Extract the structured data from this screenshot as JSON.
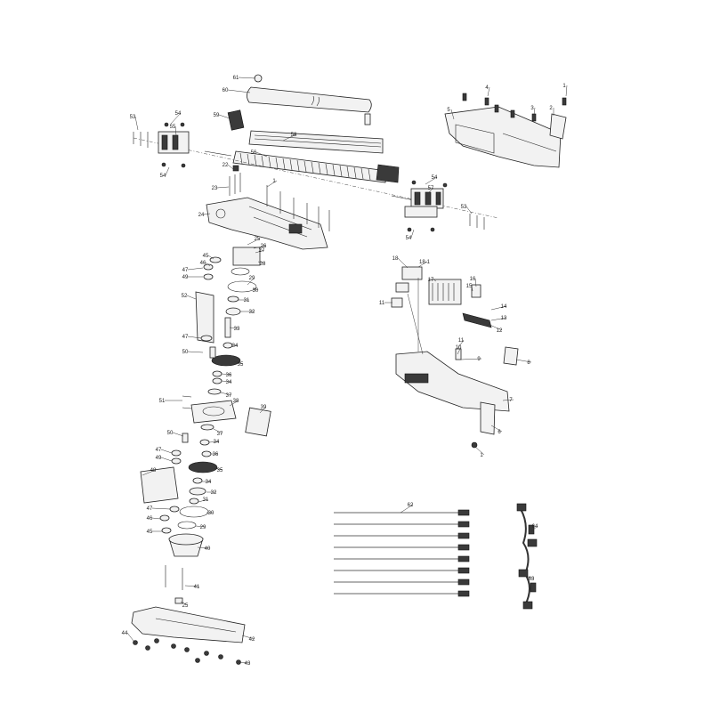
{
  "diagram": {
    "labels": [
      {
        "id": "61",
        "text": "61"
      },
      {
        "id": "60",
        "text": "60"
      },
      {
        "id": "59",
        "text": "59"
      },
      {
        "id": "58",
        "text": "58"
      },
      {
        "id": "56",
        "text": "56"
      },
      {
        "id": "55",
        "text": "55"
      },
      {
        "id": "53a",
        "text": "53"
      },
      {
        "id": "54a",
        "text": "54"
      },
      {
        "id": "54b",
        "text": "54"
      },
      {
        "id": "22",
        "text": "22"
      },
      {
        "id": "23",
        "text": "23"
      },
      {
        "id": "1a",
        "text": "1"
      },
      {
        "id": "24",
        "text": "24"
      },
      {
        "id": "57",
        "text": "57"
      },
      {
        "id": "54c",
        "text": "54"
      },
      {
        "id": "53b",
        "text": "53"
      },
      {
        "id": "54d",
        "text": "54"
      },
      {
        "id": "25a",
        "text": "25"
      },
      {
        "id": "26",
        "text": "26"
      },
      {
        "id": "27",
        "text": "27"
      },
      {
        "id": "28",
        "text": "28"
      },
      {
        "id": "45a",
        "text": "45"
      },
      {
        "id": "46a",
        "text": "46"
      },
      {
        "id": "47a",
        "text": "47"
      },
      {
        "id": "49a",
        "text": "49"
      },
      {
        "id": "29a",
        "text": "29"
      },
      {
        "id": "30a",
        "text": "30"
      },
      {
        "id": "31a",
        "text": "31"
      },
      {
        "id": "32a",
        "text": "32"
      },
      {
        "id": "52",
        "text": "52"
      },
      {
        "id": "33",
        "text": "33"
      },
      {
        "id": "47b",
        "text": "47"
      },
      {
        "id": "34a",
        "text": "34"
      },
      {
        "id": "50a",
        "text": "50"
      },
      {
        "id": "35a",
        "text": "35"
      },
      {
        "id": "36a",
        "text": "36"
      },
      {
        "id": "34b",
        "text": "34"
      },
      {
        "id": "37a",
        "text": "37"
      },
      {
        "id": "51",
        "text": "51"
      },
      {
        "id": "38",
        "text": "38"
      },
      {
        "id": "39",
        "text": "39"
      },
      {
        "id": "37b",
        "text": "37"
      },
      {
        "id": "50b",
        "text": "50"
      },
      {
        "id": "34c",
        "text": "34"
      },
      {
        "id": "47c",
        "text": "47"
      },
      {
        "id": "49b",
        "text": "49"
      },
      {
        "id": "36b",
        "text": "36"
      },
      {
        "id": "35b",
        "text": "35"
      },
      {
        "id": "48",
        "text": "48"
      },
      {
        "id": "34d",
        "text": "34"
      },
      {
        "id": "32b",
        "text": "32"
      },
      {
        "id": "47d",
        "text": "47"
      },
      {
        "id": "31b",
        "text": "31"
      },
      {
        "id": "30b",
        "text": "30"
      },
      {
        "id": "46b",
        "text": "46"
      },
      {
        "id": "29b",
        "text": "29"
      },
      {
        "id": "45b",
        "text": "45"
      },
      {
        "id": "40",
        "text": "40"
      },
      {
        "id": "41",
        "text": "41"
      },
      {
        "id": "25b",
        "text": "25"
      },
      {
        "id": "44",
        "text": "44"
      },
      {
        "id": "42",
        "text": "42"
      },
      {
        "id": "43",
        "text": "43"
      },
      {
        "id": "4",
        "text": "4"
      },
      {
        "id": "1b",
        "text": "1"
      },
      {
        "id": "5",
        "text": "5"
      },
      {
        "id": "3",
        "text": "3"
      },
      {
        "id": "2",
        "text": "2"
      },
      {
        "id": "18",
        "text": "18"
      },
      {
        "id": "18-1",
        "text": "18-1"
      },
      {
        "id": "17",
        "text": "17"
      },
      {
        "id": "16",
        "text": "16"
      },
      {
        "id": "15",
        "text": "15"
      },
      {
        "id": "11a",
        "text": "11"
      },
      {
        "id": "14",
        "text": "14"
      },
      {
        "id": "13",
        "text": "13"
      },
      {
        "id": "12",
        "text": "12"
      },
      {
        "id": "11b",
        "text": "11"
      },
      {
        "id": "10",
        "text": "10"
      },
      {
        "id": "9",
        "text": "9"
      },
      {
        "id": "8",
        "text": "8"
      },
      {
        "id": "7",
        "text": "7"
      },
      {
        "id": "6",
        "text": "6"
      },
      {
        "id": "1c",
        "text": "1"
      },
      {
        "id": "62",
        "text": "62"
      },
      {
        "id": "64",
        "text": "64"
      },
      {
        "id": "63",
        "text": "63"
      }
    ]
  }
}
